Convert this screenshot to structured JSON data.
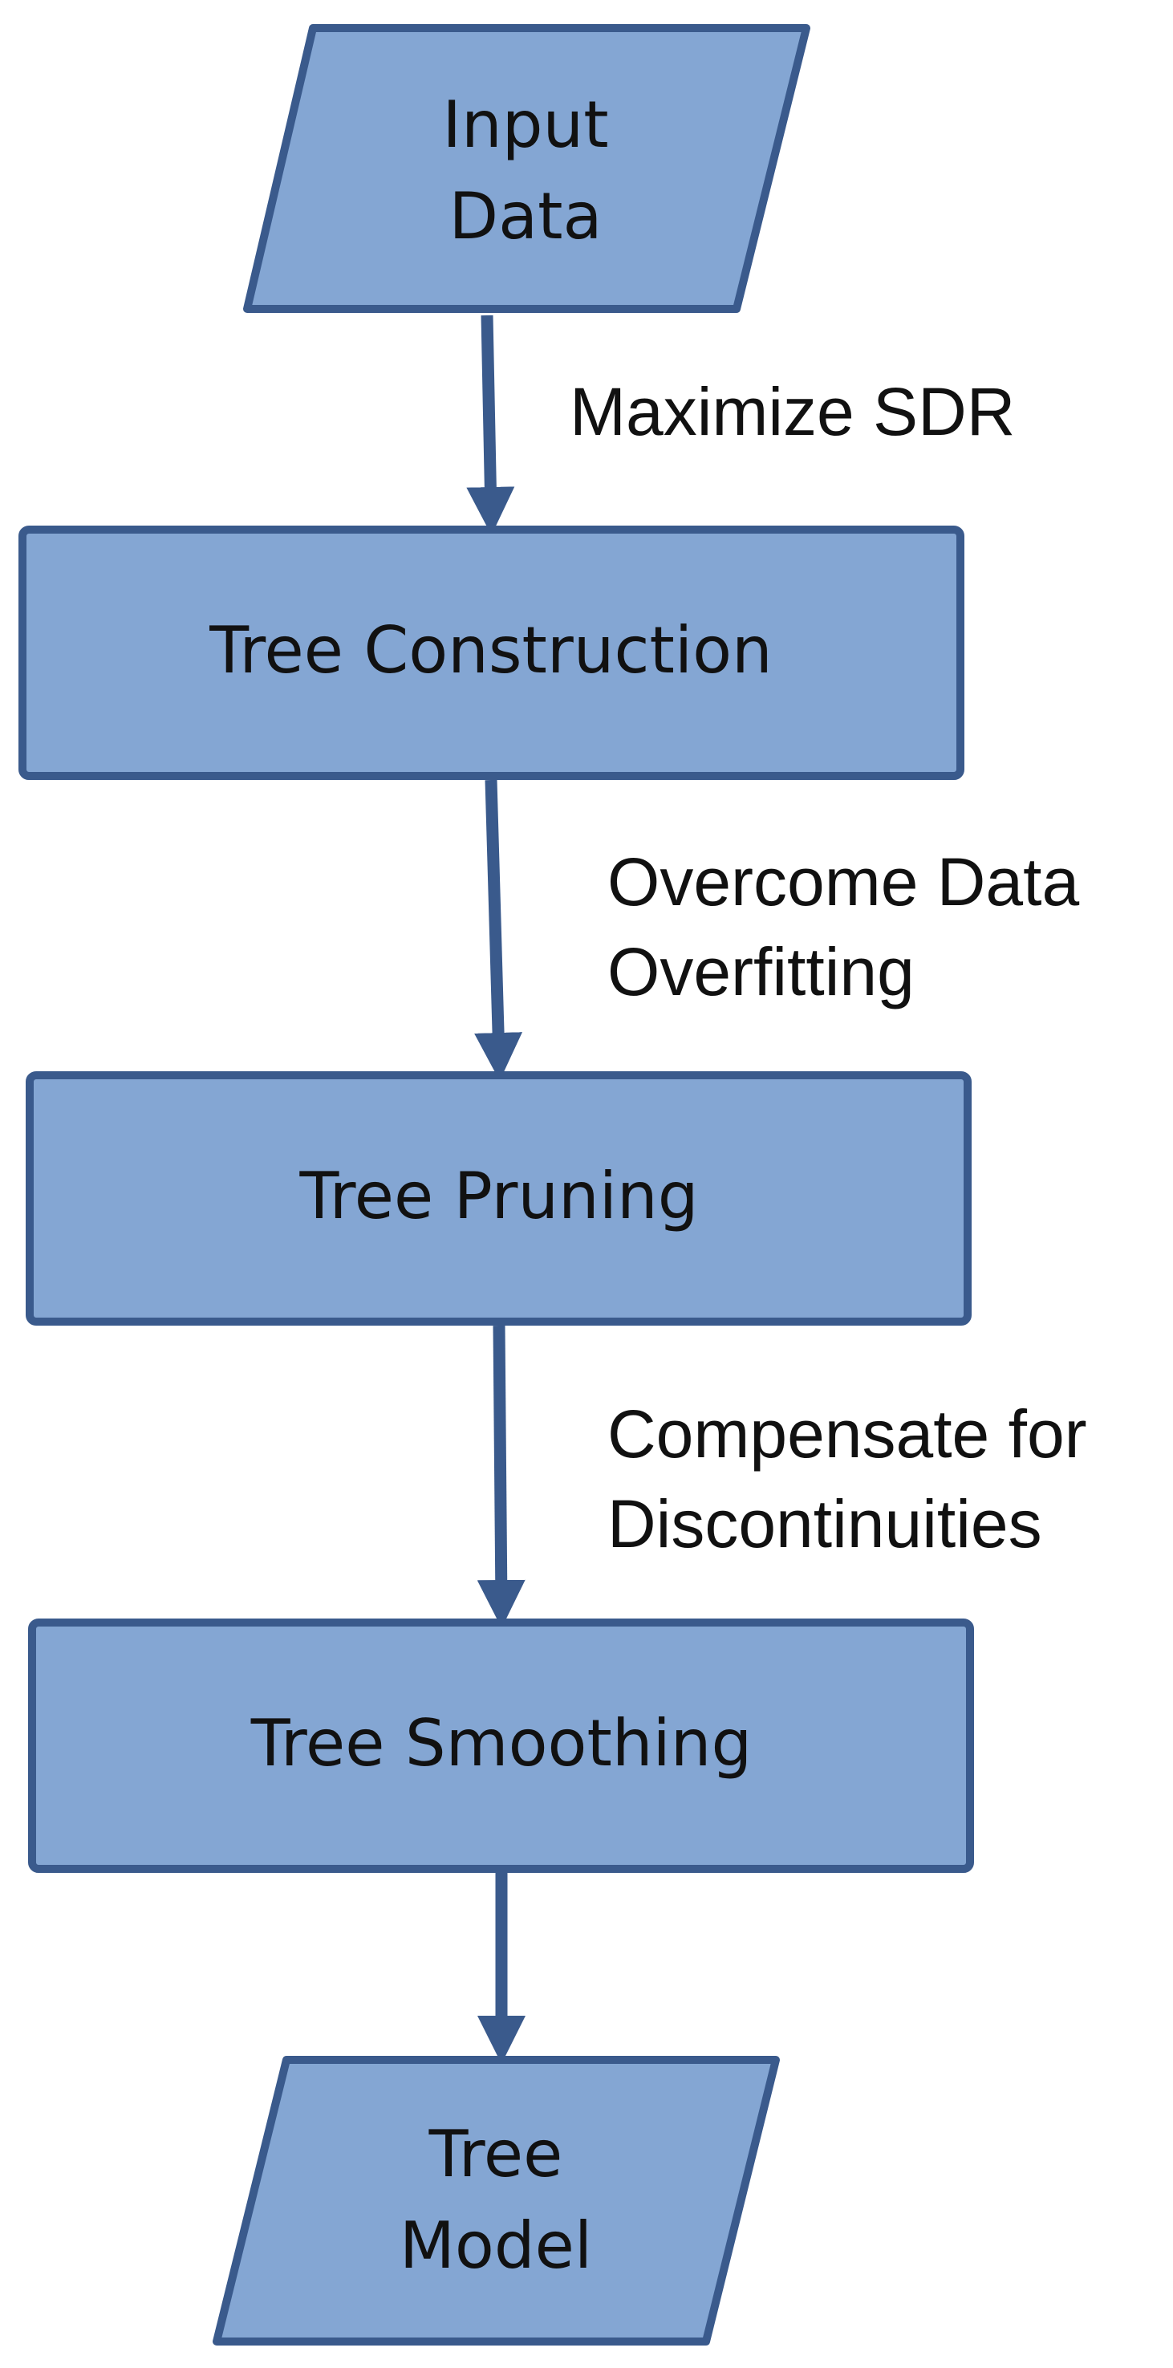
{
  "colors": {
    "node_fill": "#84a6d3",
    "node_stroke": "#3a5a8c",
    "arrow": "#3a5a8c",
    "text": "#111111",
    "background": "#ffffff"
  },
  "nodes": {
    "input": {
      "shape": "parallelogram",
      "lines": [
        "Input",
        "Data"
      ]
    },
    "construction": {
      "shape": "rectangle",
      "label": "Tree Construction"
    },
    "pruning": {
      "shape": "rectangle",
      "label": "Tree Pruning"
    },
    "smoothing": {
      "shape": "rectangle",
      "label": "Tree Smoothing"
    },
    "output": {
      "shape": "parallelogram",
      "lines": [
        "Tree",
        "Model"
      ]
    }
  },
  "edges": {
    "e1": {
      "from": "Input Data",
      "to": "Tree Construction",
      "lines": [
        "Maximize SDR"
      ]
    },
    "e2": {
      "from": "Tree Construction",
      "to": "Tree Pruning",
      "lines": [
        "Overcome Data",
        "Overfitting"
      ]
    },
    "e3": {
      "from": "Tree Pruning",
      "to": "Tree Smoothing",
      "lines": [
        "Compensate for",
        "Discontinuities"
      ]
    },
    "e4": {
      "from": "Tree Smoothing",
      "to": "Tree Model",
      "lines": []
    }
  }
}
